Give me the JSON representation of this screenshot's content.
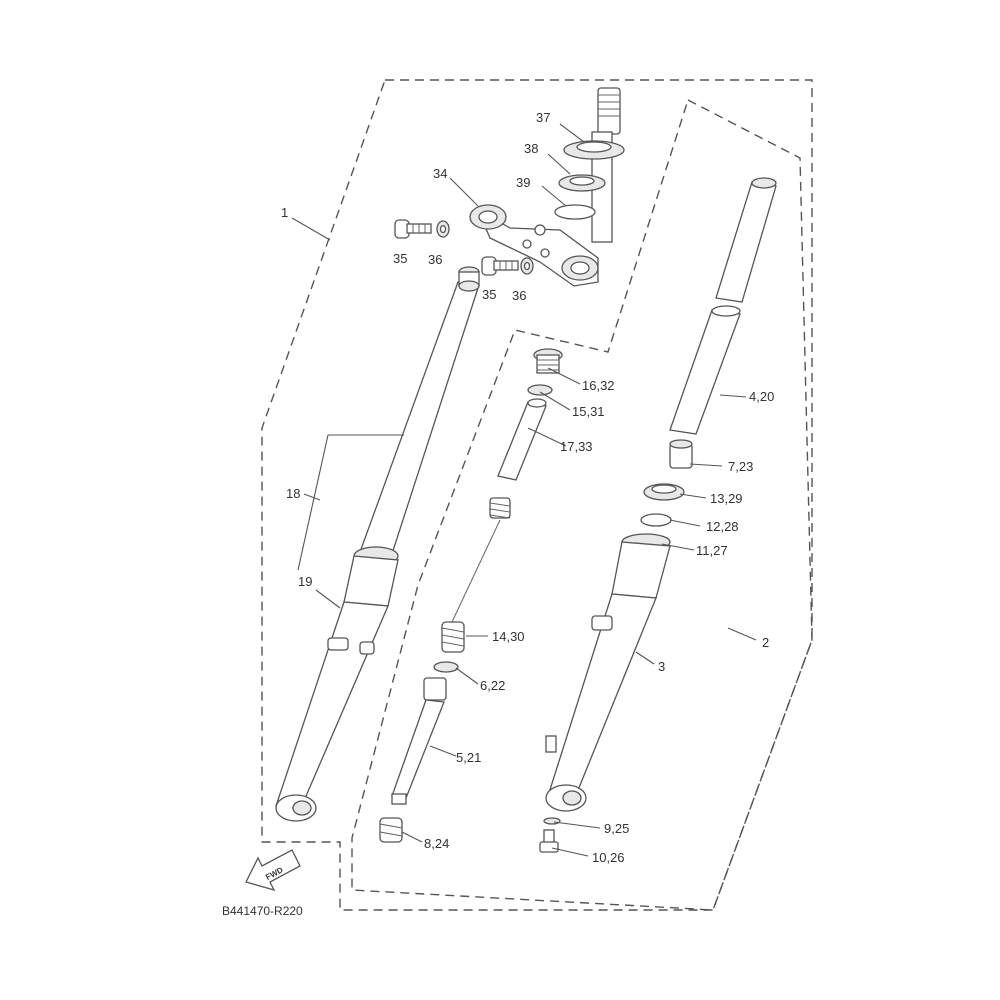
{
  "diagram": {
    "ref_code": "B441470-R220",
    "fwd_label": "FWD",
    "callouts": {
      "c1": "1",
      "c2": "2",
      "c3": "3",
      "c4_20": "4,20",
      "c5_21": "5,21",
      "c6_22": "6,22",
      "c7_23": "7,23",
      "c8_24": "8,24",
      "c9_25": "9,25",
      "c10_26": "10,26",
      "c11_27": "11,27",
      "c12_28": "12,28",
      "c13_29": "13,29",
      "c14_30": "14,30",
      "c15_31": "15,31",
      "c16_32": "16,32",
      "c17_33": "17,33",
      "c18": "18",
      "c19": "19",
      "c34": "34",
      "c35a": "35",
      "c36a": "36",
      "c35b": "35",
      "c36b": "36",
      "c37": "37",
      "c38": "38",
      "c39": "39"
    }
  }
}
